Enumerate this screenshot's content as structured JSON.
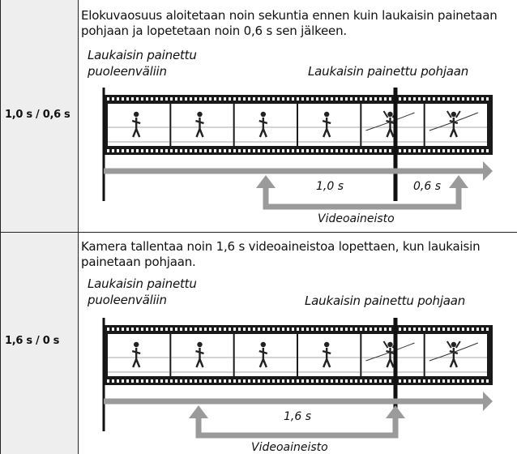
{
  "rows": [
    {
      "label": "1,0 s / 0,6 s",
      "description": "Elokuvaosuus aloitetaan noin sekuntia ennen kuin laukaisin painetaan pohjaan ja lopetetaan noin 0,6 s sen jälkeen.",
      "caption_half": "Laukaisin painettu\npuoleenväliin",
      "caption_full": "Laukaisin painettu pohjaan",
      "duration_a": "1,0 s",
      "duration_b": "0,6 s",
      "footage_label": "Videoaineisto"
    },
    {
      "label": "1,6 s / 0 s",
      "description": "Kamera tallentaa noin 1,6 s videoaineistoa lopettaen, kun laukaisin painetaan pohjaan.",
      "caption_half": "Laukaisin painettu\npuoleenväliin",
      "caption_full": "Laukaisin painettu pohjaan",
      "duration_a": "1,6 s",
      "footage_label": "Videoaineisto"
    }
  ],
  "colors": {
    "arrow": "#9a9a9a",
    "film": "#1a1a1a",
    "label_cell": "#eeeeee",
    "rule": "#222222"
  },
  "icons": [
    "film-strip",
    "runner-figure",
    "finish-tape-figure"
  ]
}
